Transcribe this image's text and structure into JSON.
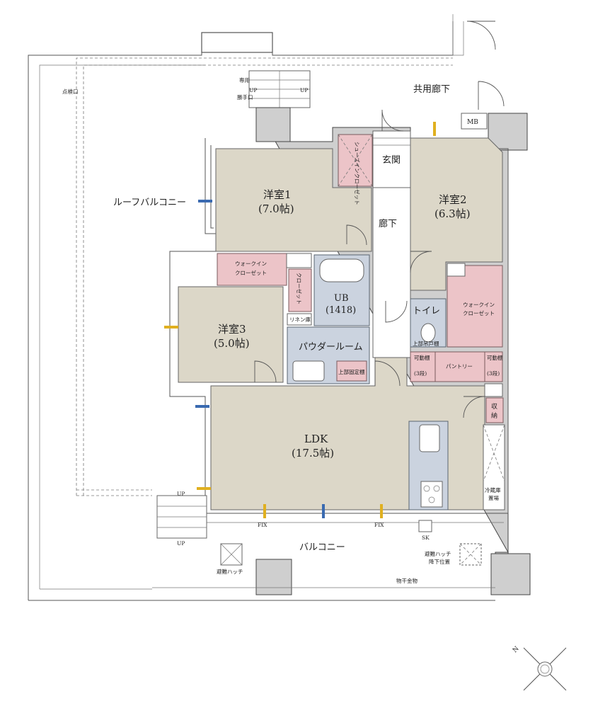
{
  "labels": {
    "shared_corridor": "共用廊下",
    "mb": "MB",
    "entrance": "玄関",
    "shoe_closet": "シューズインクローゼット",
    "hallway": "廊下",
    "room1_name": "洋室1",
    "room1_size": "(7.0帖)",
    "room2_name": "洋室2",
    "room2_size": "(6.3帖)",
    "room3_name": "洋室3",
    "room3_size": "(5.0帖)",
    "walk_in1": "ウォークイン",
    "walk_in1b": "クローゼット",
    "closet": "クローゼット",
    "linen": "リネン庫",
    "ub": "UB",
    "ub_size": "(1418)",
    "powder": "パウダールーム",
    "upper_shelf": "上部固定棚",
    "toilet": "トイレ",
    "toilet_shelf": "上部吊戸棚",
    "walk_in2": "ウォークイン",
    "walk_in2b": "クローゼット",
    "movable_shelf_l": "可動棚",
    "movable_shelf_r": "可動棚",
    "shelf_count_l": "(3段)",
    "shelf_count_r": "(3段)",
    "pantry": "パントリー",
    "storage_a": "収",
    "storage_b": "納",
    "ldk": "LDK",
    "ldk_size": "(17.5帖)",
    "fridge_a": "冷蔵庫",
    "fridge_b": "置場",
    "roof_balcony": "ルーフバルコニー",
    "inspection": "点検口",
    "private_stairs_a": "専用",
    "private_stairs_b": "勝手口",
    "up": "UP",
    "balcony": "バルコニー",
    "fix": "FIX",
    "sk": "SK",
    "escape_hatch": "避難ハッチ",
    "escape_hatch_down_a": "避難ハッチ",
    "escape_hatch_down_b": "降下位置",
    "laundry": "物干金物",
    "north": "N"
  },
  "colors": {
    "bedroom": "#dcd7c8",
    "closet": "#ecc4c8",
    "wet_area": "#cbd3df",
    "wall": "#cfcfcf"
  }
}
